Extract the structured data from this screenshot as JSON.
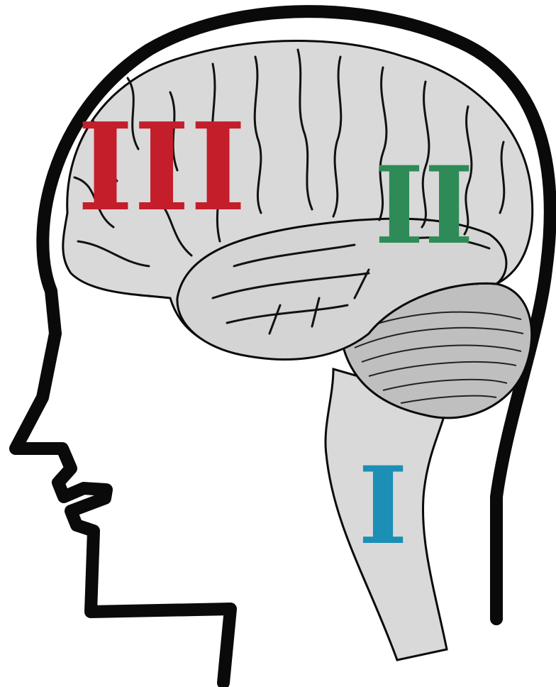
{
  "diagram": {
    "labels": [
      {
        "text": "I",
        "region": "brainstem",
        "color": "#1b8fb5"
      },
      {
        "text": "II",
        "region": "cerebellum-area",
        "color": "#2e8b57"
      },
      {
        "text": "III",
        "region": "cerebral-cortex",
        "color": "#c41e2a"
      }
    ],
    "colors": {
      "outline": "#0a0a0a",
      "brain_fill": "#d9d9d9",
      "background": "#ffffff"
    }
  }
}
